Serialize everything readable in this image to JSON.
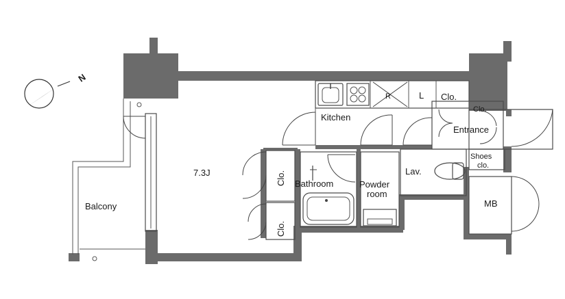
{
  "rooms": {
    "main_room": "7.3J",
    "kitchen": "Kitchen",
    "balcony": "Balcony",
    "bathroom": "Bathroom",
    "powder_room_1": "Powder",
    "powder_room_2": "room",
    "lavatory": "Lav.",
    "entrance": "Entrance",
    "shoes_closet_1": "Shoes",
    "shoes_closet_2": "clo.",
    "meter_box": "MB",
    "closet_upper": "Clo.",
    "closet_lower": "Clo.",
    "closet_kitchen": "Clo.",
    "closet_entrance": "Clo.",
    "refrigerator": "R",
    "laundry": "L"
  },
  "compass": {
    "north_label": "N",
    "icon": "compass-icon"
  }
}
